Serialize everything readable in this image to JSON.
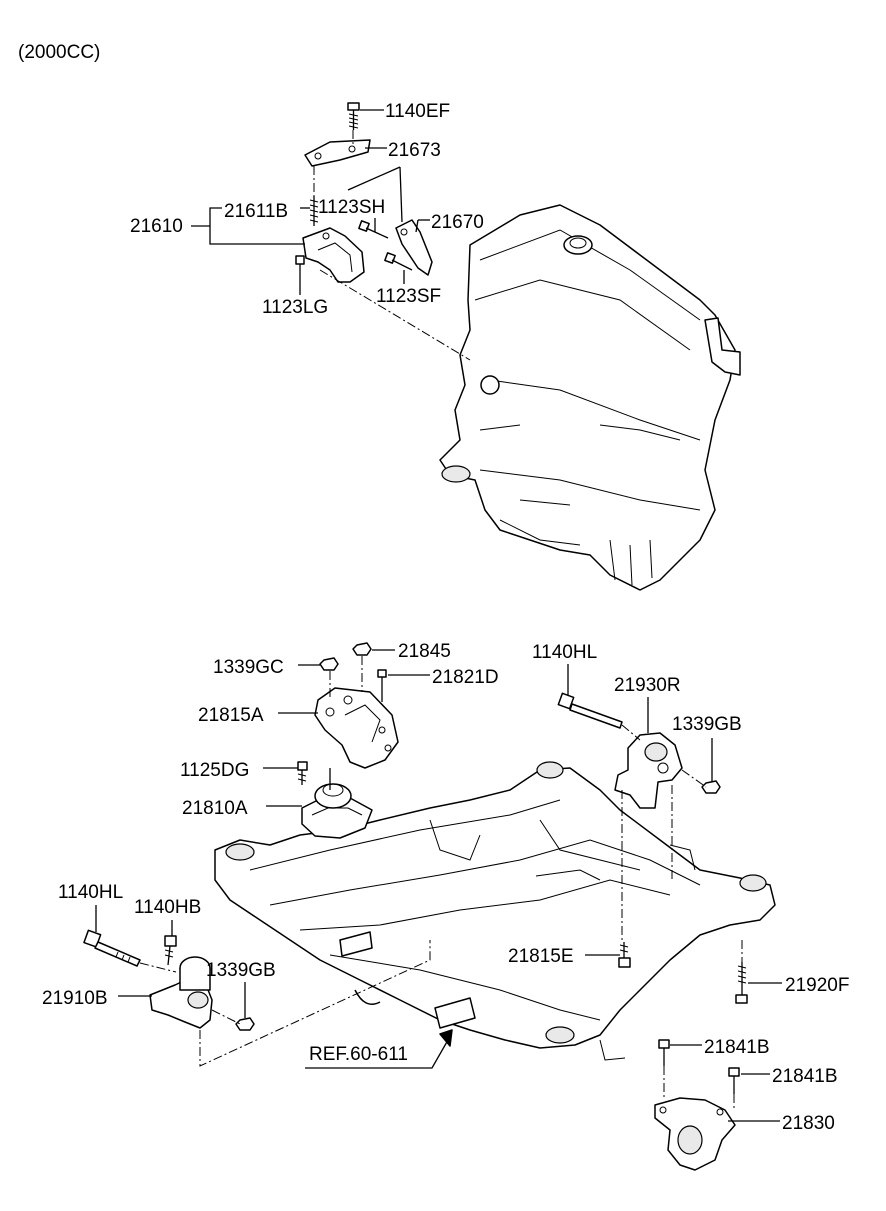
{
  "header": {
    "variant": "(2000CC)"
  },
  "labels": {
    "p1140EF": "1140EF",
    "p21673": "21673",
    "p21611B": "21611B",
    "p1123SH": "1123SH",
    "p21670": "21670",
    "p21610": "21610",
    "p1123LG": "1123LG",
    "p1123SF": "1123SF",
    "p21845": "21845",
    "p1339GC": "1339GC",
    "p21821D": "21821D",
    "p21815A": "21815A",
    "p1125DG": "1125DG",
    "p21810A": "21810A",
    "p1140HL_right": "1140HL",
    "p21930R": "21930R",
    "p1339GB_right": "1339GB",
    "p1140HL_left": "1140HL",
    "p1140HB": "1140HB",
    "p1339GB_left": "1339GB",
    "p21910B": "21910B",
    "p21815E": "21815E",
    "p21920F": "21920F",
    "ref": "REF.60-611",
    "p21841B_1": "21841B",
    "p21841B_2": "21841B",
    "p21830": "21830"
  }
}
